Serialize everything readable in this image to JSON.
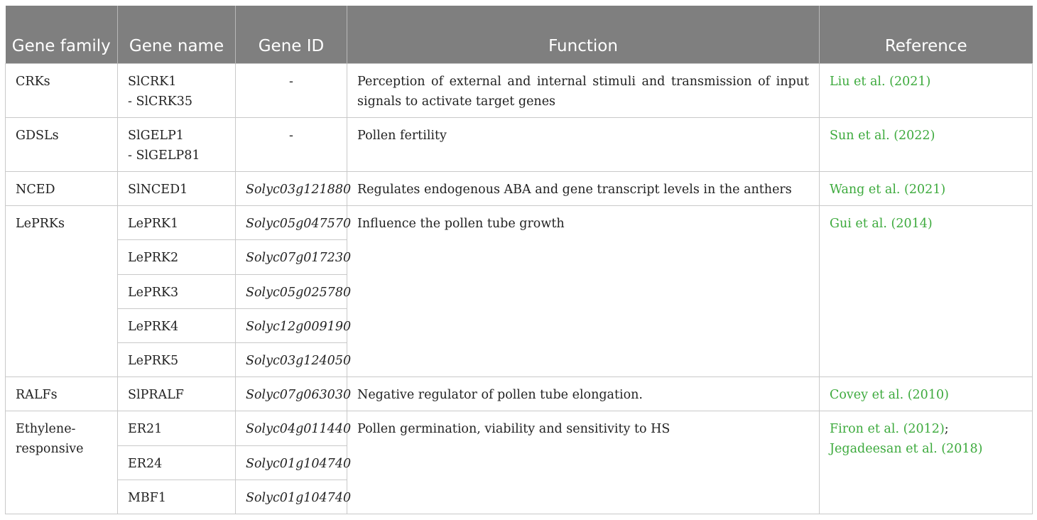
{
  "table": {
    "headers": [
      "Gene family",
      "Gene name",
      "Gene ID",
      "Function",
      "Reference"
    ],
    "groups": [
      {
        "family": "CRKs",
        "function": "Perception of external and internal stimuli and transmission of input signals to activate target genes",
        "reference": [
          "Liu et al. (2021)"
        ],
        "rows": [
          {
            "name": "SlCRK1\n- SlCRK35",
            "id": "-"
          }
        ]
      },
      {
        "family": "GDSLs",
        "function": "Pollen fertility",
        "reference": [
          "Sun et al. (2022)"
        ],
        "rows": [
          {
            "name": "SlGELP1\n- SlGELP81",
            "id": "-"
          }
        ]
      },
      {
        "family": "NCED",
        "function": "Regulates endogenous ABA and gene transcript levels in the anthers",
        "reference": [
          "Wang et al. (2021)"
        ],
        "rows": [
          {
            "name": "SlNCED1",
            "id": "Solyc03g121880"
          }
        ]
      },
      {
        "family": "LePRKs",
        "function": "Influence the pollen tube growth",
        "reference": [
          "Gui et al. (2014)"
        ],
        "rows": [
          {
            "name": "LePRK1",
            "id": "Solyc05g047570"
          },
          {
            "name": "LePRK2",
            "id": "Solyc07g017230"
          },
          {
            "name": "LePRK3",
            "id": "Solyc05g025780"
          },
          {
            "name": "LePRK4",
            "id": "Solyc12g009190"
          },
          {
            "name": "LePRK5",
            "id": "Solyc03g124050"
          }
        ]
      },
      {
        "family": "RALFs",
        "function": "Negative regulator of pollen tube elongation.",
        "reference": [
          "Covey et al. (2010)"
        ],
        "rows": [
          {
            "name": "SlPRALF",
            "id": "Solyc07g063030"
          }
        ]
      },
      {
        "family": "Ethylene-\nresponsive",
        "function": "Pollen germination, viability and sensitivity to HS",
        "reference": [
          "Firon et al. (2012)",
          "Jegadeesan et al. (2018)"
        ],
        "rows": [
          {
            "name": "ER21",
            "id": "Solyc04g011440"
          },
          {
            "name": "ER24",
            "id": "Solyc01g104740"
          },
          {
            "name": "MBF1",
            "id": "Solyc01g104740"
          }
        ]
      }
    ],
    "reference_separator": "; "
  },
  "colors": {
    "header_bg": "#7f7f7f",
    "header_text": "#ffffff",
    "reference_link": "#3daa3d",
    "grid": "#c9c9c9"
  }
}
